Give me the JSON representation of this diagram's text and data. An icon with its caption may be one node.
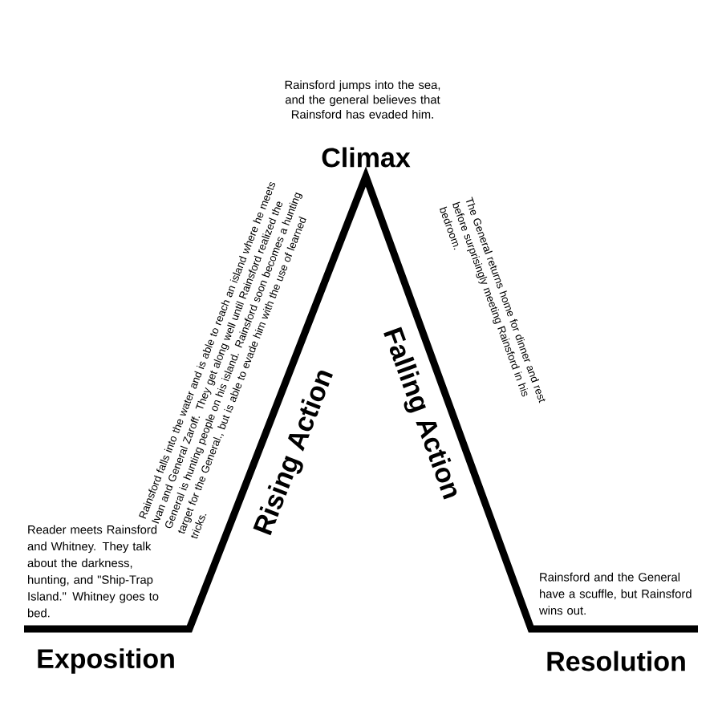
{
  "diagram": {
    "labels": [
      "Rainsford jumps into the sea, and the general believes that Rainsford has evaded him.",
      "Climax",
      "Rainsford falls into the water and is able to reach an island where he meets Ivan and General Zaroff. They get along well until Rainsford realized the General is hunting people on his island. Rainsford soon becomes a hunting target for the General., but is able to evade him with the use of learned tricks.",
      "Rising Action",
      "The General returns home for dinner and rest before surprisingly meeting Rainsford in his bedroom.",
      "Falling Action",
      "Reader meets Rainsford and Whitney. They talk about the darkness, hunting, and \"Ship-Trap Island.\" Whitney goes to bed.",
      "Exposition",
      "Rainsford and the General have a scuffle, but Rainsford wins out.",
      "Resolution"
    ]
  }
}
